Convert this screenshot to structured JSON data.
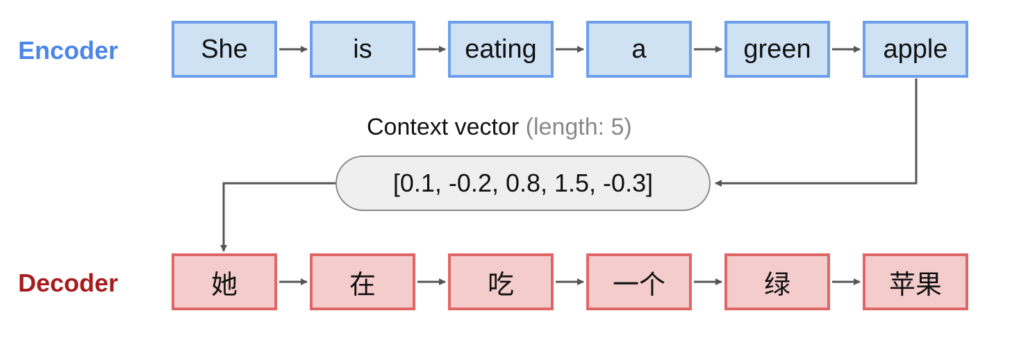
{
  "encoder": {
    "label": "Encoder",
    "tokens": [
      "She",
      "is",
      "eating",
      "a",
      "green",
      "apple"
    ],
    "color": "#4a86e8"
  },
  "context": {
    "caption": "Context vector",
    "caption_note": "(length: 5)",
    "vector": "[0.1, -0.2, 0.8, 1.5, -0.3]"
  },
  "decoder": {
    "label": "Decoder",
    "tokens": [
      "她",
      "在",
      "吃",
      "一个",
      "绿",
      "苹果"
    ],
    "color": "#a61c1c"
  }
}
